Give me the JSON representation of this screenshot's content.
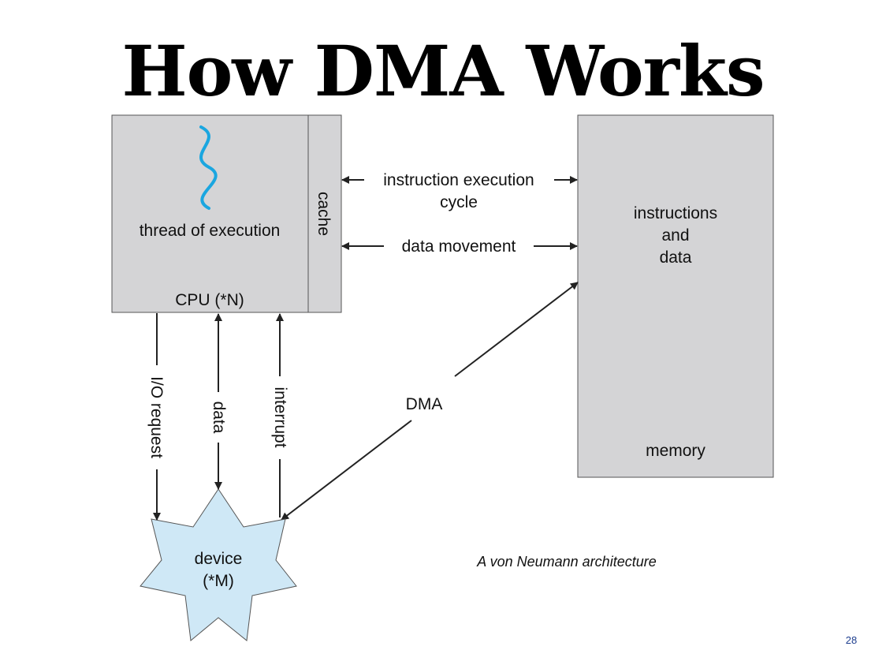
{
  "title": "How DMA Works",
  "cpu": {
    "thread_label": "thread of execution",
    "cpu_label": "CPU (*N)",
    "cache_label": "cache"
  },
  "memory": {
    "content_lines": [
      "instructions",
      "and",
      "data"
    ],
    "label": "memory"
  },
  "links": {
    "instruction_cycle_lines": [
      "instruction execution",
      "cycle"
    ],
    "data_movement": "data movement",
    "io_request": "I/O request",
    "data": "data",
    "interrupt": "interrupt",
    "dma": "DMA"
  },
  "device": {
    "lines": [
      "device",
      "(*M)"
    ]
  },
  "caption": "A von Neumann architecture",
  "page_number": "28",
  "colors": {
    "box_fill": "#d4d4d6",
    "box_stroke": "#555555",
    "device_fill": "#cfe8f6",
    "thread_wave": "#1aa6e0",
    "arrow": "#222222",
    "page_number": "#1f3f8f"
  }
}
